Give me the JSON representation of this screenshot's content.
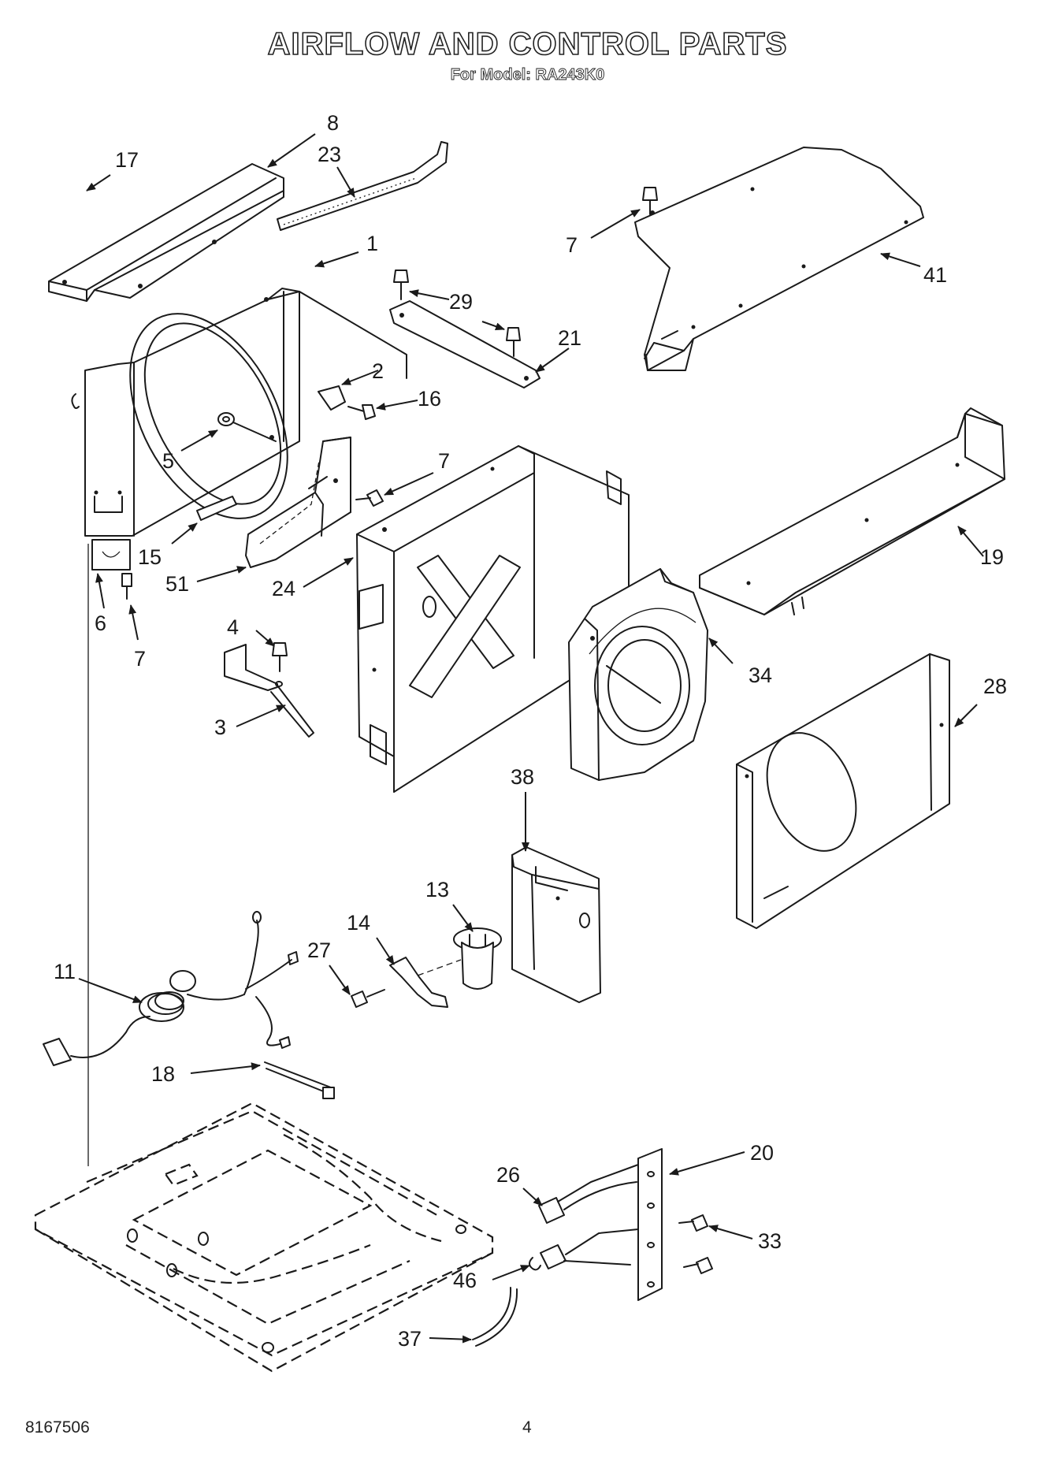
{
  "header": {
    "title": "AIRFLOW AND CONTROL PARTS",
    "subtitle": "For Model: RA243K0"
  },
  "footer": {
    "doc_number": "8167506",
    "page_number": "4"
  },
  "callouts": [
    "17",
    "8",
    "23",
    "1",
    "29",
    "21",
    "7",
    "41",
    "2",
    "16",
    "5",
    "7",
    "15",
    "51",
    "24",
    "19",
    "6",
    "7",
    "4",
    "34",
    "28",
    "3",
    "38",
    "13",
    "14",
    "27",
    "11",
    "18",
    "20",
    "26",
    "33",
    "46",
    "37"
  ],
  "colors": {
    "ink": "#1a1a1a",
    "paper": "#ffffff"
  }
}
